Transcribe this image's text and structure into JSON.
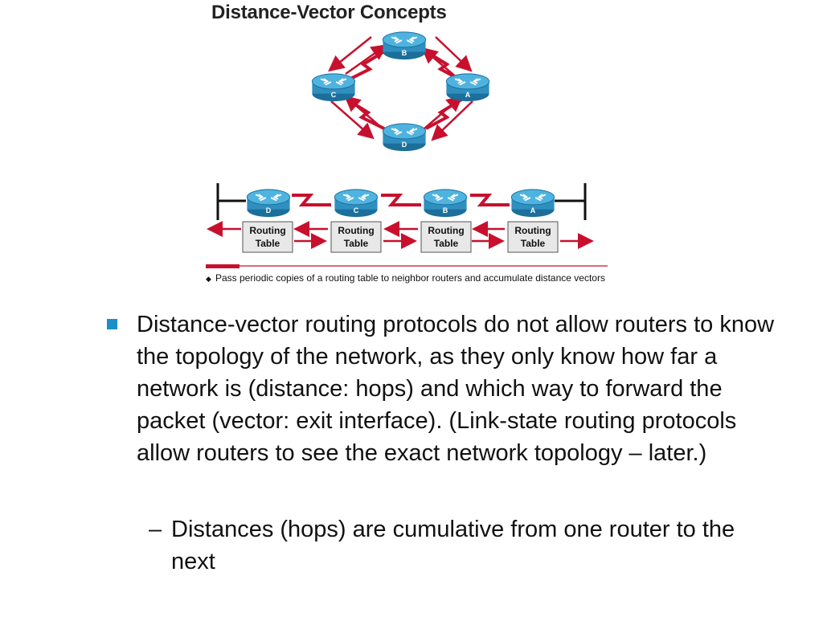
{
  "slide": {
    "title": "Distance-Vector Concepts",
    "colors": {
      "router_body": "#3aa0cf",
      "router_dark": "#1b6f9a",
      "arrow_red": "#c8102e",
      "bullet_blue": "#1a8fc8"
    }
  },
  "diagram": {
    "top_routers": [
      "B",
      "C",
      "A",
      "D"
    ],
    "chain_routers": [
      "D",
      "C",
      "B",
      "A"
    ],
    "routing_table_label_line1": "Routing",
    "routing_table_label_line2": "Table",
    "caption_bullet": "◆",
    "caption": "Pass periodic copies of a routing table to neighbor routers and accumulate distance vectors"
  },
  "body": {
    "bullet": "Distance-vector routing protocols do not allow routers to know the topology of the network, as they only know how far a network is (distance: hops) and which way to forward the packet (vector: exit interface). (Link-state routing protocols allow routers to see the exact network topology – later.)",
    "sub_dash": "–",
    "sub_bullet": "Distances (hops) are cumulative from one router to the next"
  }
}
